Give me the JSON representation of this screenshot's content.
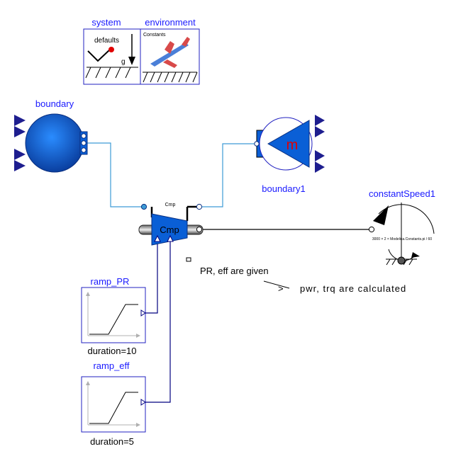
{
  "components": {
    "system": {
      "name": "system",
      "inner_label": "defaults",
      "g_label": "g"
    },
    "environment": {
      "name": "environment",
      "inner_label": "Constants"
    },
    "boundary": {
      "name": "boundary"
    },
    "boundary1": {
      "name": "boundary1",
      "symbol": "m"
    },
    "compressor": {
      "symbol": "Cmp",
      "top_label": "Cmp"
    },
    "constantSpeed1": {
      "name": "constantSpeed1",
      "param": "3000 × 2 × Modelica.Constants.pi / 60"
    },
    "ramp_PR": {
      "name": "ramp_PR",
      "param": "duration=10"
    },
    "ramp_eff": {
      "name": "ramp_eff",
      "param": "duration=5"
    }
  },
  "annotations": {
    "given": "PR, eff are given",
    "arrow": ">",
    "calculated": "pwr, trq are calculated"
  },
  "colors": {
    "label_blue": "#1a1aff",
    "fluid_line": "#3d9bd6",
    "signal_line": "#00007f",
    "component_blue": "#0a5fd6",
    "port_dark": "#1e1e8f"
  }
}
